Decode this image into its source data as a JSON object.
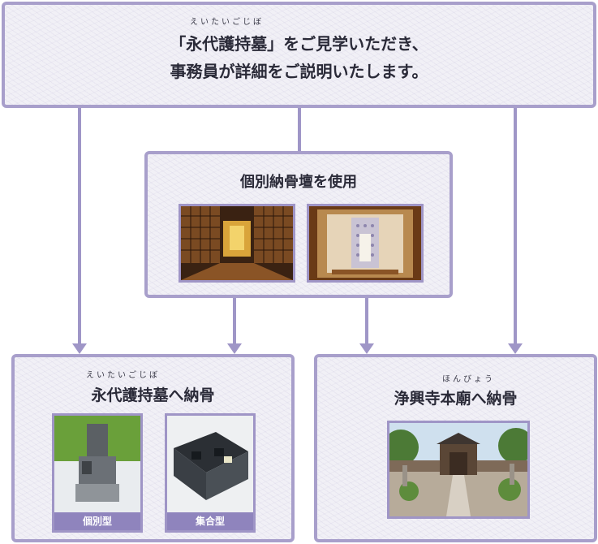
{
  "top": {
    "ruby": "えいたいごじぼ",
    "line1": "「永代護持墓」をご見学いただき、",
    "line2": "事務員が詳細をご説明いたします。"
  },
  "middle": {
    "title": "個別納骨壇を使用"
  },
  "left": {
    "ruby": "えいたいごじぼ",
    "title": "永代護持墓へ納骨",
    "photos": [
      {
        "caption": "個別型"
      },
      {
        "caption": "集合型"
      }
    ]
  },
  "right": {
    "ruby": "ほんびょう",
    "title": "浄興寺本廟へ納骨"
  },
  "colors": {
    "border": "#a89fcb",
    "arrow": "#9f96c7",
    "caption_bg": "#8f84bd"
  }
}
